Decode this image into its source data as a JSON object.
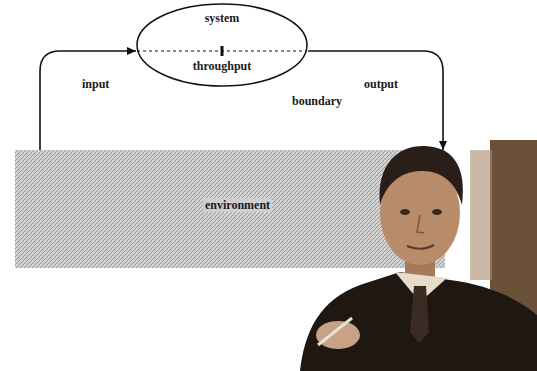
{
  "diagram": {
    "nodes": [
      {
        "text": [
          "system",
          "throughput"
        ]
      },
      {
        "text": [
          "environment"
        ]
      }
    ],
    "edges": [
      {
        "from": 1,
        "to": 0,
        "arrow": "to",
        "label": "input"
      },
      {
        "from": 0,
        "to": 1,
        "arrow": "to",
        "label": "output"
      }
    ],
    "labels": [
      "boundary"
    ]
  }
}
